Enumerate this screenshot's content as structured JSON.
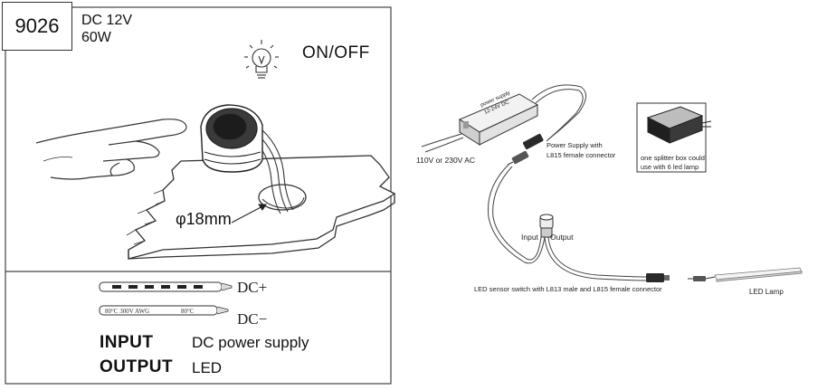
{
  "left_panel": {
    "model": "9026",
    "spec_voltage": "DC 12V",
    "spec_power": "60W",
    "switch_label": "ON/OFF",
    "hole_label": "φ18mm",
    "cable_label_plus": "DC+",
    "cable_label_minus": "DC−",
    "cable_print_1": "80°C 300V AWG",
    "cable_print_2": "80°C",
    "input_label": "INPUT",
    "input_value": "DC power supply",
    "output_label": "OUTPUT",
    "output_value": "LED"
  },
  "right_panel": {
    "mains_label": "110V or 230V AC",
    "psu_text_1": "power supply",
    "psu_text_2": "12-24V DC",
    "psu_note_1": "Power Supply with",
    "psu_note_2": "L815 female connector",
    "splitter_note_1": "one splitter box could",
    "splitter_note_2": "use with 6 led lamp",
    "sensor_input": "Input",
    "sensor_output": "Output",
    "switch_caption": "LED sensor switch with L813 male and L815 female connector",
    "lamp_caption": "LED Lamp"
  }
}
